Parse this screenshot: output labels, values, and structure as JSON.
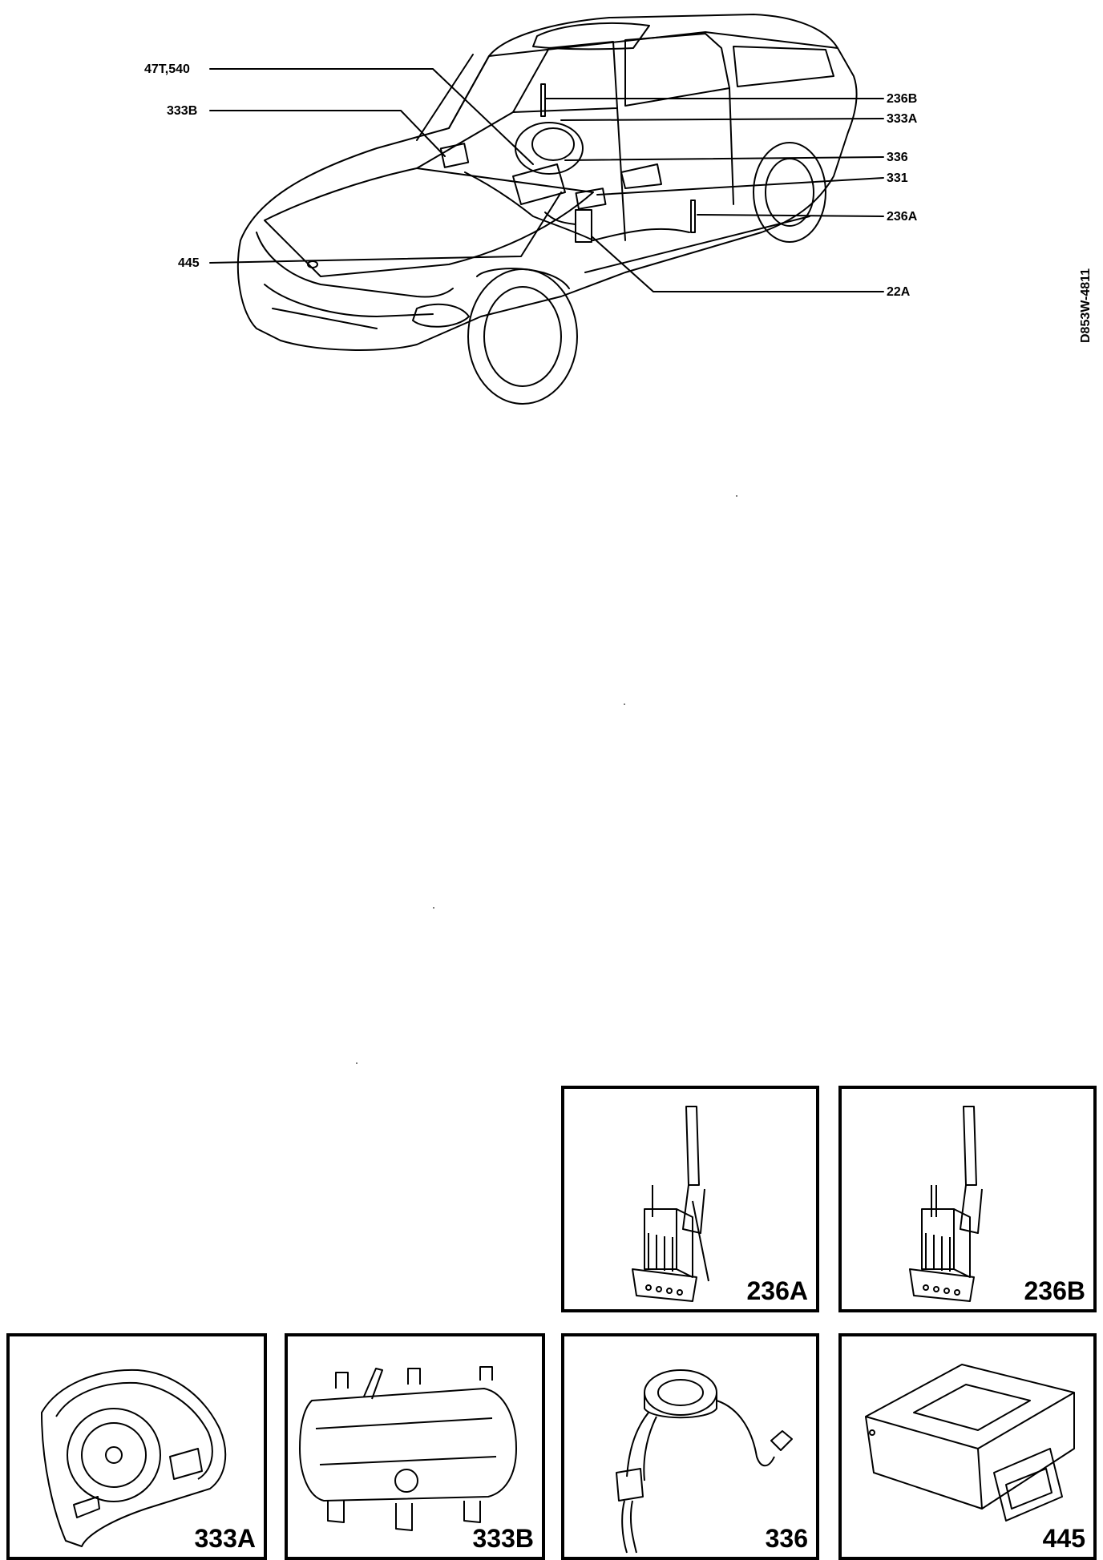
{
  "diagram": {
    "doc_code": "D853W-4811",
    "callouts": [
      {
        "id": "47t540",
        "label": "47T,540",
        "side": "left"
      },
      {
        "id": "333b",
        "label": "333B",
        "side": "left"
      },
      {
        "id": "445",
        "label": "445",
        "side": "left"
      },
      {
        "id": "236b",
        "label": "236B",
        "side": "right"
      },
      {
        "id": "333a",
        "label": "333A",
        "side": "right"
      },
      {
        "id": "336",
        "label": "336",
        "side": "right"
      },
      {
        "id": "331",
        "label": "331",
        "side": "right"
      },
      {
        "id": "236a",
        "label": "236A",
        "side": "right"
      },
      {
        "id": "22a",
        "label": "22A",
        "side": "right"
      }
    ],
    "panels": [
      {
        "id": "236a",
        "label": "236A",
        "depicts": "sensor-component"
      },
      {
        "id": "236b",
        "label": "236B",
        "depicts": "sensor-component"
      },
      {
        "id": "333a",
        "label": "333A",
        "depicts": "steering-wheel-airbag"
      },
      {
        "id": "333b",
        "label": "333B",
        "depicts": "passenger-airbag"
      },
      {
        "id": "336",
        "label": "336",
        "depicts": "contact-reel"
      },
      {
        "id": "445",
        "label": "445",
        "depicts": "control-module"
      }
    ]
  }
}
